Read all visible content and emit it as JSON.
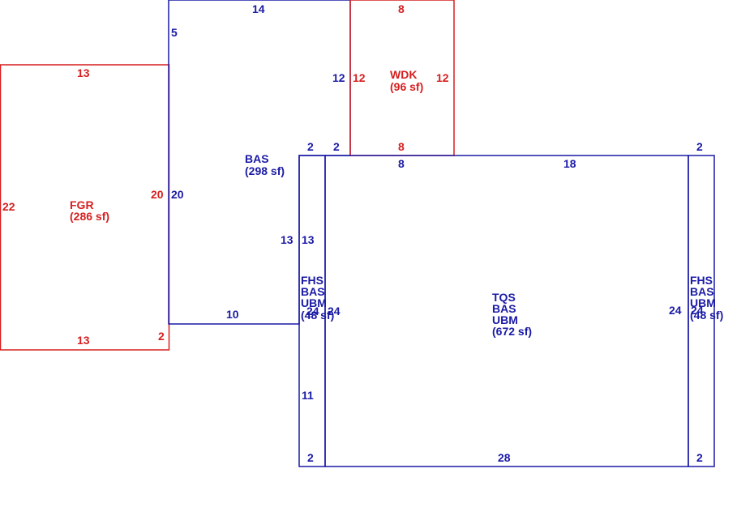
{
  "colors": {
    "main_structure": "#1a1aa6",
    "accessory": "#d61f1f"
  },
  "areas": {
    "fgr": {
      "code": "FGR",
      "area": "(286 sf)"
    },
    "bas": {
      "code": "BAS",
      "area": "(298 sf)"
    },
    "wdk": {
      "code": "WDK",
      "area": "(96 sf)"
    },
    "tqs": {
      "lines": [
        "TQS",
        "BAS",
        "UBM"
      ],
      "area": "(672 sf)"
    },
    "fhs_left": {
      "lines": [
        "FHS",
        "BAS",
        "UBM"
      ],
      "area": "(48 sf)"
    },
    "fhs_right": {
      "lines": [
        "FHS",
        "BAS",
        "UBM"
      ],
      "area": "(48 sf)"
    }
  },
  "dimensions": {
    "fgr_top": "13",
    "fgr_bottom": "13",
    "fgr_left": "22",
    "fgr_right": "20",
    "fgr_corner": "2",
    "bas_top": "14",
    "bas_upper_left": "5",
    "bas_left": "20",
    "bas_right": "12",
    "bas_bottom": "10",
    "bas_lower_right": "13",
    "wdk_top": "8",
    "wdk_bottom": "8",
    "wdk_left": "12",
    "wdk_right": "12",
    "fhs_left_top": "2",
    "fhs_left_inner_top": "2",
    "fhs_left_right": "13",
    "fhs_left_side_a": "24",
    "fhs_left_side_b": "24",
    "fhs_left_lower": "11",
    "fhs_left_bottom": "2",
    "tqs_top_left": "8",
    "tqs_top": "18",
    "tqs_bottom": "28",
    "tqs_right": "24",
    "fhs_right_top": "2",
    "fhs_right_side": "24",
    "fhs_right_bottom": "2"
  }
}
